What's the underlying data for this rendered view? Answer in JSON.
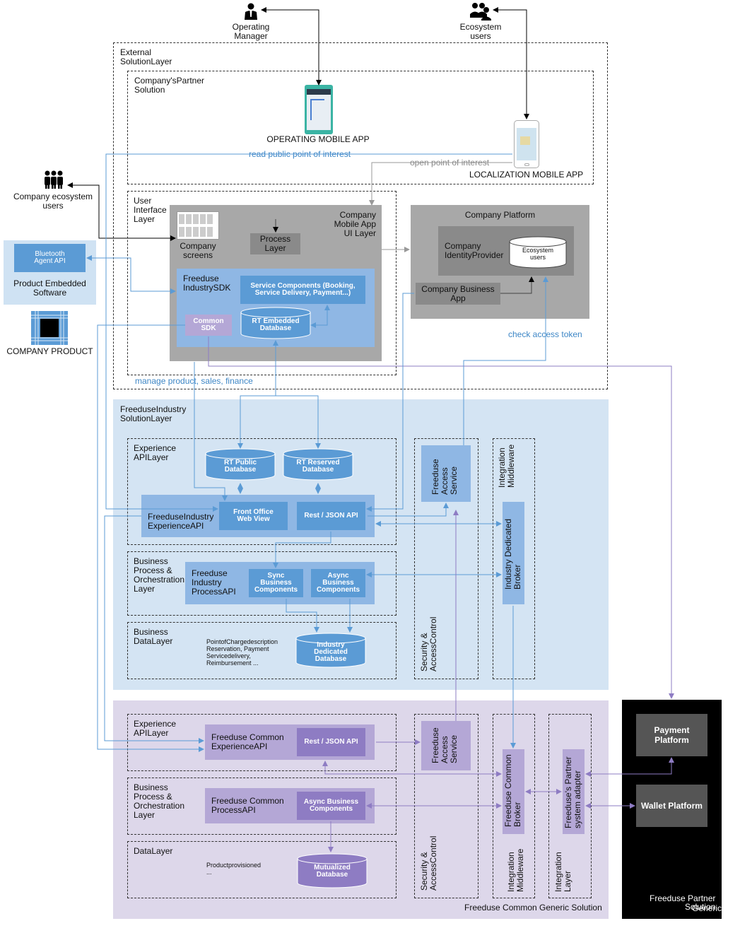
{
  "actors": {
    "operating_manager": "Operating\nManager",
    "ecosystem_users": "Ecosystem\nusers",
    "company_ecosystem_users": "Company ecosystem\nusers",
    "product_embedded_software": "Product Embedded\nSoftware",
    "bluetooth_agent_api": "Bluetooth\nAgent API",
    "company_product": "COMPANY PRODUCT"
  },
  "external_layer": {
    "title": "External\nSolutionLayer",
    "partner_solution": "Company'sPartner\nSolution",
    "operating_app": "OPERATING MOBILE APP",
    "localization_app": "LOCALIZATION MOBILE APP",
    "ui_layer": "User\nInterface\nLayer",
    "mobile_ui_layer": "Company\nMobile App\nUI Layer",
    "company_screens": "Company\nscreens",
    "process_layer": "Process\nLayer",
    "freeduse_sdk": "Freeduse\nIndustrySDK",
    "service_components": "Service Components (Booking,\nService Delivery, Payment...)",
    "common_sdk": "Common\nSDK",
    "rt_embedded_db": "RT Embedded\nDatabase",
    "company_platform": "Company Platform",
    "identity_provider": "Company\nIdentityProvider",
    "ecosystem_users_db": "Ecosystem\nusers",
    "business_app": "Company Business\nApp"
  },
  "edge_labels": {
    "read_poi": "read public point of interest",
    "open_poi": "open point of interest",
    "manage": "manage product, sales, finance",
    "check_token": "check access token"
  },
  "industry_layer": {
    "title": "FreeduseIndustry\nSolutionLayer",
    "experience_api_layer": "Experience\nAPILayer",
    "rt_public_db": "RT Public\nDatabase",
    "rt_reserved_db": "RT Reserved\nDatabase",
    "experience_api": "FreeduseIndustry\nExperienceAPI",
    "front_office": "Front Office\nWeb View",
    "rest_json": "Rest / JSON API",
    "bpo_layer": "Business\nProcess &\nOrchestration\nLayer",
    "process_api": "Freeduse\nIndustry\nProcessAPI",
    "sync_components": "Sync\nBusiness\nComponents",
    "async_components": "Async\nBusiness\nComponents",
    "business_data_layer": "Business\nDataLayer",
    "data_note": "PointofChargedescription\nReservation, Payment\nServicedelivery,\nReimbursement ...",
    "industry_db": "Industry\nDedicated\nDatabase",
    "security": "Security &\nAccessControl",
    "access_service": "Freeduse\nAccess\nService",
    "integration_middleware": "Integration\nMiddleware",
    "broker": "Industry Dedicated\nBroker"
  },
  "common_layer": {
    "title": "Freeduse Common Generic Solution",
    "experience_api_layer": "Experience\nAPILayer",
    "experience_api": "Freeduse Common\nExperienceAPI",
    "rest_json": "Rest / JSON API",
    "bpo_layer": "Business\nProcess &\nOrchestration\nLayer",
    "process_api": "Freeduse Common\nProcessAPI",
    "async_components": "Async Business\nComponents",
    "data_layer": "DataLayer",
    "data_note": "Productprovisioned\n...",
    "mutualized_db": "Mutualized\nDatabase",
    "security": "Security &\nAccessControl",
    "access_service": "Freeduse\nAccess\nService",
    "broker": "Freeduse Common\nBroker",
    "integration_middleware": "Integration\nMiddleware",
    "partner_adapter": "Freeduse's Partner\nsystem adapter",
    "integration_layer": "Integration\nLayer"
  },
  "partner": {
    "payment_platform": "Payment\nPlatform",
    "wallet_platform": "Wallet Platform",
    "partner_label_1": "Freeduse Partner",
    "partner_label_2": "Solution",
    "partner_label_3": "Generic"
  },
  "colors": {
    "blue_arrow": "#5b9bd5",
    "purple_arrow": "#8e7cc3",
    "gray_arrow": "#999999",
    "black_arrow": "#000000"
  }
}
